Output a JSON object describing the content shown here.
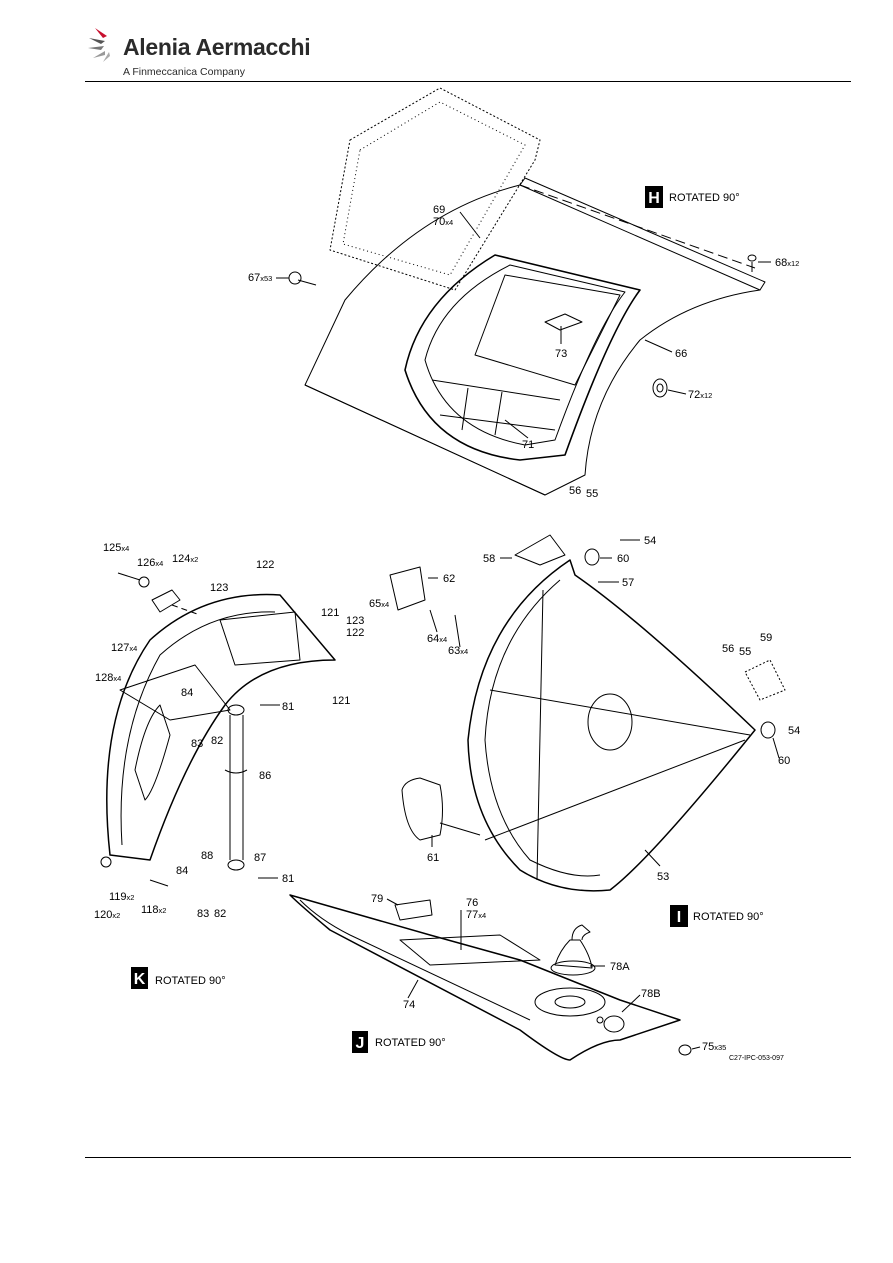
{
  "header": {
    "company_name": "Alenia Aermacchi",
    "company_tagline": "A Finmeccanica Company"
  },
  "views": {
    "H": {
      "letter": "H",
      "title": "ROTATED 90°"
    },
    "I": {
      "letter": "I",
      "title": "ROTATED 90°"
    },
    "J": {
      "letter": "J",
      "title": "ROTATED 90°"
    },
    "K": {
      "letter": "K",
      "title": "ROTATED 90°"
    }
  },
  "callouts": {
    "c67": {
      "num": "67",
      "qty": "x53"
    },
    "c68": {
      "num": "68",
      "qty": "x12"
    },
    "c69": {
      "num": "69",
      "qty": ""
    },
    "c70": {
      "num": "70",
      "qty": "x4"
    },
    "c73": {
      "num": "73",
      "qty": ""
    },
    "c66": {
      "num": "66",
      "qty": ""
    },
    "c72": {
      "num": "72",
      "qty": "x12"
    },
    "c71": {
      "num": "71",
      "qty": ""
    },
    "c56a": {
      "num": "56",
      "qty": ""
    },
    "c55a": {
      "num": "55",
      "qty": ""
    },
    "c54a": {
      "num": "54",
      "qty": ""
    },
    "c58": {
      "num": "58",
      "qty": ""
    },
    "c60a": {
      "num": "60",
      "qty": ""
    },
    "c57": {
      "num": "57",
      "qty": ""
    },
    "c62": {
      "num": "62",
      "qty": ""
    },
    "c65": {
      "num": "65",
      "qty": "x4"
    },
    "c64": {
      "num": "64",
      "qty": "x4"
    },
    "c63": {
      "num": "63",
      "qty": "x4"
    },
    "c59": {
      "num": "59",
      "qty": ""
    },
    "c56b": {
      "num": "56",
      "qty": ""
    },
    "c55b": {
      "num": "55",
      "qty": ""
    },
    "c54b": {
      "num": "54",
      "qty": ""
    },
    "c60b": {
      "num": "60",
      "qty": ""
    },
    "c61": {
      "num": "61",
      "qty": ""
    },
    "c53": {
      "num": "53",
      "qty": ""
    },
    "c125": {
      "num": "125",
      "qty": "x4"
    },
    "c126": {
      "num": "126",
      "qty": "x4"
    },
    "c124": {
      "num": "124",
      "qty": "x2"
    },
    "c122a": {
      "num": "122",
      "qty": ""
    },
    "c123a": {
      "num": "123",
      "qty": ""
    },
    "c121a": {
      "num": "121",
      "qty": ""
    },
    "c123b": {
      "num": "123",
      "qty": ""
    },
    "c122b": {
      "num": "122",
      "qty": ""
    },
    "c127": {
      "num": "127",
      "qty": "x4"
    },
    "c128": {
      "num": "128",
      "qty": "x4"
    },
    "c84a": {
      "num": "84",
      "qty": ""
    },
    "c121b": {
      "num": "121",
      "qty": ""
    },
    "c81a": {
      "num": "81",
      "qty": ""
    },
    "c83a": {
      "num": "83",
      "qty": ""
    },
    "c82a": {
      "num": "82",
      "qty": ""
    },
    "c86": {
      "num": "86",
      "qty": ""
    },
    "c88": {
      "num": "88",
      "qty": ""
    },
    "c87": {
      "num": "87",
      "qty": ""
    },
    "c84b": {
      "num": "84",
      "qty": ""
    },
    "c81b": {
      "num": "81",
      "qty": ""
    },
    "c83b": {
      "num": "83",
      "qty": ""
    },
    "c82b": {
      "num": "82",
      "qty": ""
    },
    "c119": {
      "num": "119",
      "qty": "x2"
    },
    "c120": {
      "num": "120",
      "qty": "x2"
    },
    "c118": {
      "num": "118",
      "qty": "x2"
    },
    "c79": {
      "num": "79",
      "qty": ""
    },
    "c76": {
      "num": "76",
      "qty": ""
    },
    "c77": {
      "num": "77",
      "qty": "x4"
    },
    "c78a": {
      "num": "78A",
      "qty": ""
    },
    "c78b": {
      "num": "78B",
      "qty": ""
    },
    "c74": {
      "num": "74",
      "qty": ""
    },
    "c75": {
      "num": "75",
      "qty": "x35"
    }
  },
  "figure_ref": "C27-IPC-053-097"
}
